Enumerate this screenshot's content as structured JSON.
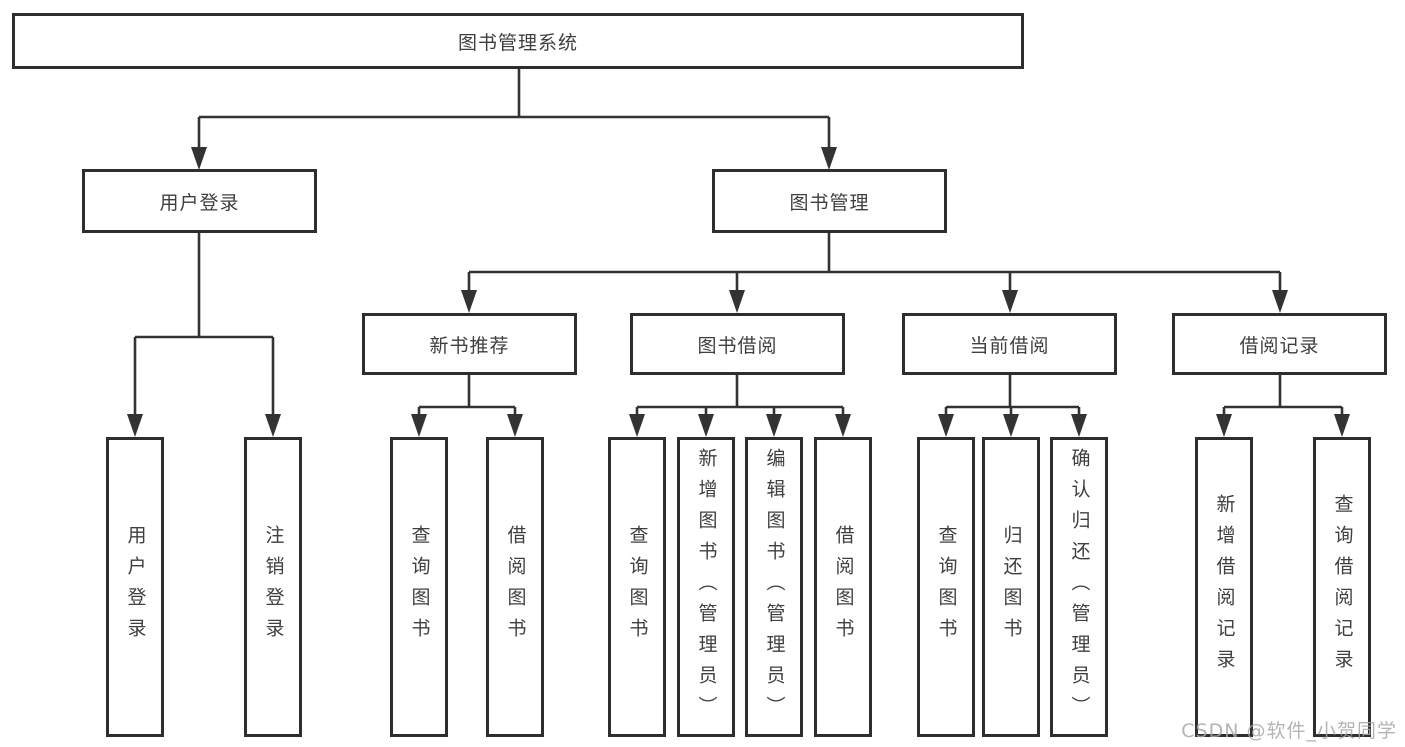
{
  "colors": {
    "line": "#333333",
    "border": "#2e2e2e",
    "text": "#3f3f3f",
    "watermark": "#a8a8a8"
  },
  "tree": {
    "root": "图书管理系统",
    "user_login_branch": {
      "label": "用户登录",
      "children": [
        "用户登录",
        "注销登录"
      ]
    },
    "book_mgmt_branch": {
      "label": "图书管理",
      "groups": [
        {
          "label": "新书推荐",
          "children": [
            "查询图书",
            "借阅图书"
          ]
        },
        {
          "label": "图书借阅",
          "children": [
            "查询图书",
            "新增图书（管理员）",
            "编辑图书（管理员）",
            "借阅图书"
          ]
        },
        {
          "label": "当前借阅",
          "children": [
            "查询图书",
            "归还图书",
            "确认归还（管理员）"
          ]
        },
        {
          "label": "借阅记录",
          "children": [
            "新增借阅记录",
            "查询借阅记录"
          ]
        }
      ]
    }
  },
  "watermark": {
    "text": "CSDN @软件_小贺同学"
  }
}
